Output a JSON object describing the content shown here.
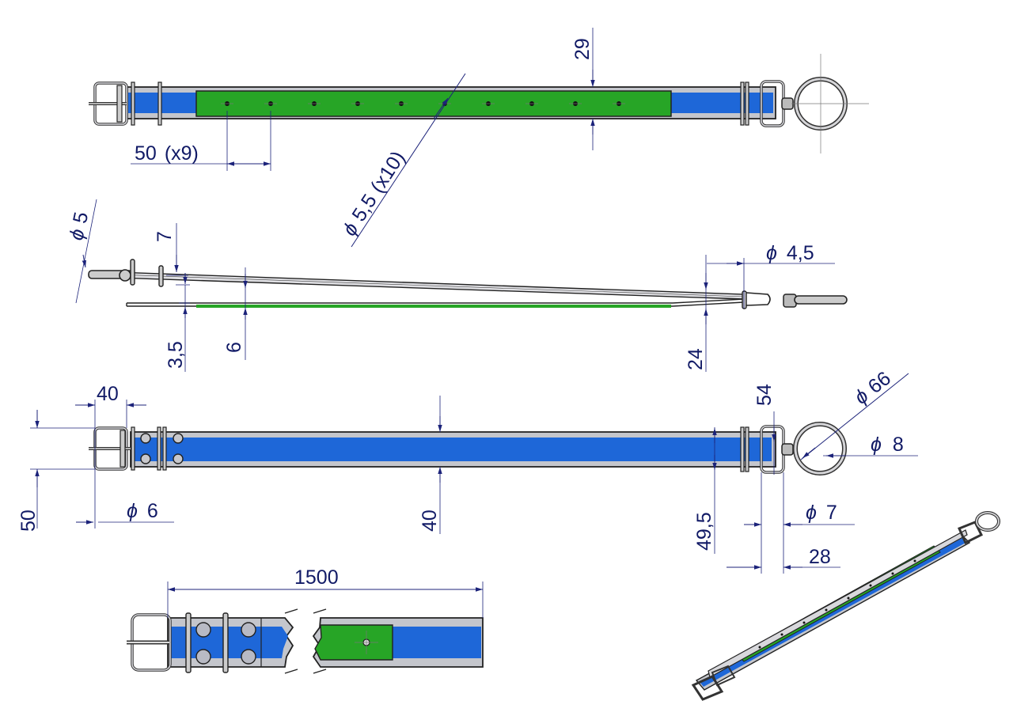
{
  "colors": {
    "strap_blue": "#1e67d8",
    "pad_green": "#27a526",
    "metal_grey": "#c4c6cc",
    "dimension_blue": "#1c237a"
  },
  "dimensions": {
    "top_view": {
      "strap_width": "29",
      "hole_spacing": "50",
      "hole_spacing_count": "(x9)",
      "hole_diameter": "5,5",
      "hole_count": "(x10)"
    },
    "side_view": {
      "buckle_wire_diameter": "5",
      "buckle_height": "7",
      "strap_thickness": "3,5",
      "pad_thickness": "6",
      "ring_wire_diameter": "4,5",
      "end_height": "24"
    },
    "bottom_view": {
      "buckle_length": "40",
      "buckle_width": "50",
      "rivet_diameter": "6",
      "strap_width": "40",
      "loop_width": "54",
      "ring_diameter": "66",
      "ring_wire_diameter": "8",
      "inner_width": "49,5",
      "swivel_diameter": "7",
      "loop_length": "28"
    },
    "detail_view": {
      "overall_length": "1500"
    }
  },
  "symbols": {
    "diameter": "ϕ"
  }
}
